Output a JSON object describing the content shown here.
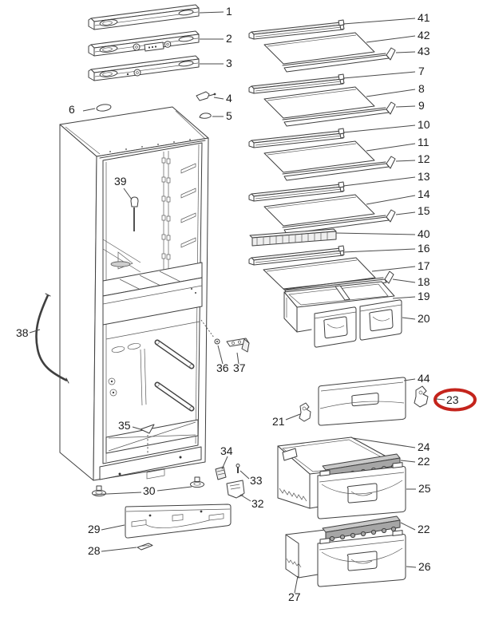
{
  "diagram": {
    "subject": "fridge-freezer exploded parts diagram",
    "highlight": {
      "circled_part": "23",
      "circle_color": "#c4241c"
    },
    "colors": {
      "line": "#3f3f3f",
      "label": "#1c1c1c",
      "rail_fill": "#a6a6a6",
      "background": "#ffffff"
    },
    "callouts": [
      {
        "number": "1"
      },
      {
        "number": "2"
      },
      {
        "number": "3"
      },
      {
        "number": "4"
      },
      {
        "number": "5"
      },
      {
        "number": "6"
      },
      {
        "number": "38"
      },
      {
        "number": "39"
      },
      {
        "number": "35"
      },
      {
        "number": "36"
      },
      {
        "number": "37"
      },
      {
        "number": "30"
      },
      {
        "number": "29"
      },
      {
        "number": "28"
      },
      {
        "number": "34"
      },
      {
        "number": "33"
      },
      {
        "number": "32"
      },
      {
        "number": "41"
      },
      {
        "number": "42"
      },
      {
        "number": "43"
      },
      {
        "number": "7"
      },
      {
        "number": "8"
      },
      {
        "number": "9"
      },
      {
        "number": "10"
      },
      {
        "number": "11"
      },
      {
        "number": "12"
      },
      {
        "number": "13"
      },
      {
        "number": "14"
      },
      {
        "number": "15"
      },
      {
        "number": "40"
      },
      {
        "number": "16"
      },
      {
        "number": "17"
      },
      {
        "number": "18"
      },
      {
        "number": "19"
      },
      {
        "number": "20"
      },
      {
        "number": "44"
      },
      {
        "number": "21"
      },
      {
        "number": "23"
      },
      {
        "number": "24"
      },
      {
        "number": "22"
      },
      {
        "number": "25"
      },
      {
        "number": "22"
      },
      {
        "number": "26"
      },
      {
        "number": "27"
      }
    ]
  }
}
